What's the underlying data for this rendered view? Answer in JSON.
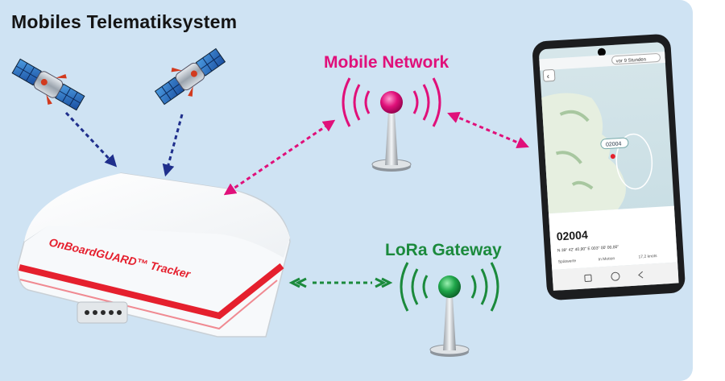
{
  "title": "Mobiles Telematiksystem",
  "mobile_network": {
    "label": "Mobile Network",
    "color": "#e0107a"
  },
  "lora_gateway": {
    "label": "LoRa Gateway",
    "color": "#1b8a3c"
  },
  "tracker": {
    "brand": "OnBoardGUARD™ Tracker",
    "accent": "#e5202e"
  },
  "satellites": {
    "count": 2
  },
  "phone": {
    "top_chip": "vor 9 Stunden",
    "map_marker": "02004",
    "device_id": "02004",
    "coords": "N 39° 42' 40,90'' E 003° 00' 00,00''",
    "status_1": "Spätwerte",
    "status_2": "In Motion",
    "status_3": "17,2 knots"
  },
  "colors": {
    "background": "#cfe3f3",
    "satellite_link": "#1f2f8c",
    "mobile_link": "#e0107a",
    "lora_link": "#1b8a3c"
  }
}
